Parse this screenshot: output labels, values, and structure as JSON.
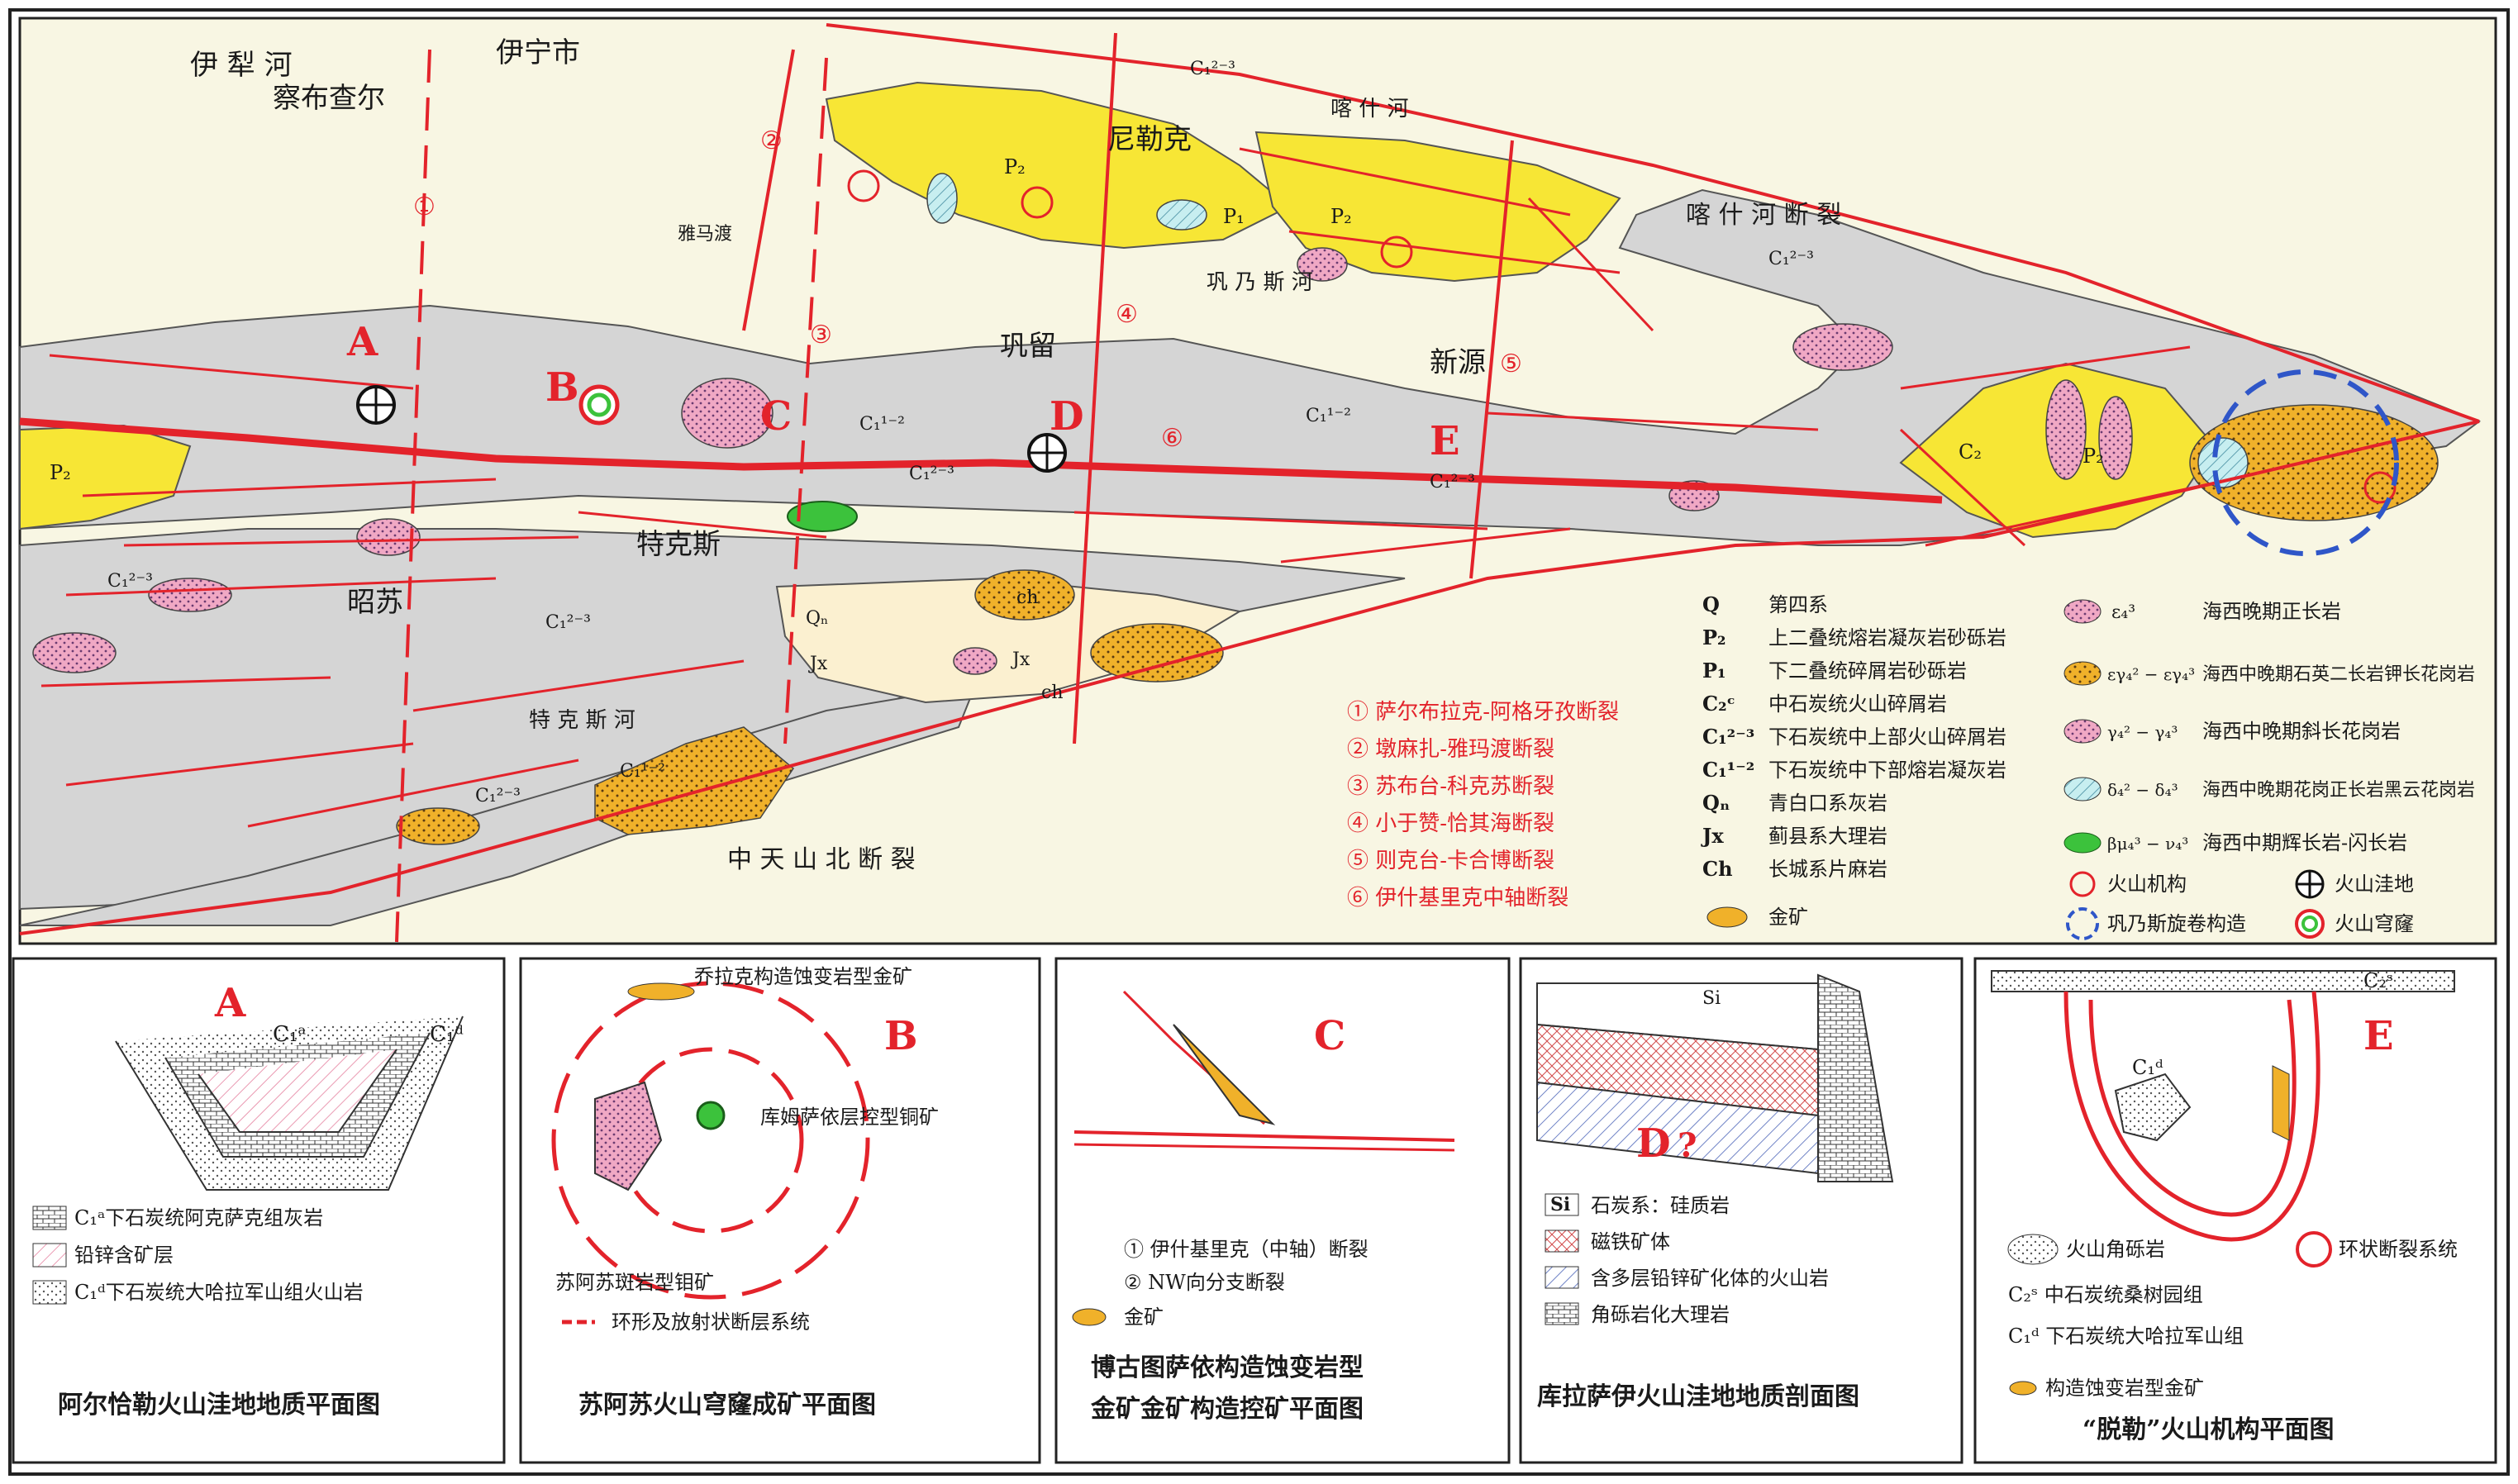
{
  "map": {
    "cities": [
      "伊宁市",
      "察布查尔",
      "尼勒克",
      "巩留",
      "新源",
      "特克斯",
      "昭苏",
      "雅马渡"
    ],
    "rivers": {
      "yili": "伊 犁 河",
      "kashi": "喀 什 河",
      "gongnaisi": "巩 乃 斯 河",
      "tekesi": "特 克 斯 河"
    },
    "faults_big": {
      "kashi_fault": "喀 什 河 断 裂",
      "north_tianshan": "中 天 山 北 断 裂"
    },
    "point_letters": [
      "A",
      "B",
      "C",
      "D",
      "E"
    ],
    "fault_numbers": [
      "①",
      "②",
      "③",
      "④",
      "⑤",
      "⑥"
    ],
    "unit_labels": {
      "P2": "P₂",
      "P1": "P₁",
      "C2": "C₂",
      "C1_23": "C₁²⁻³",
      "C1_12": "C₁¹⁻²",
      "Qn": "Qₙ",
      "Jx": "Jx",
      "ch": "ch"
    }
  },
  "legend_faults": [
    "① 萨尔布拉克-阿格牙孜断裂",
    "② 墩麻扎-雅玛渡断裂",
    "③ 苏布台-科克苏断裂",
    "④ 小于赞-恰其海断裂",
    "⑤ 则克台-卡合博断裂",
    "⑥ 伊什基里克中轴断裂"
  ],
  "legend_strata": [
    {
      "sym": "Q",
      "text": "第四系"
    },
    {
      "sym": "P₂",
      "text": "上二叠统熔岩凝灰岩砂砾岩"
    },
    {
      "sym": "P₁",
      "text": "下二叠统碎屑岩砂砾岩"
    },
    {
      "sym": "C₂ᶜ",
      "text": "中石炭统火山碎屑岩"
    },
    {
      "sym": "C₁²⁻³",
      "text": "下石炭统中上部火山碎屑岩"
    },
    {
      "sym": "C₁¹⁻²",
      "text": "下石炭统中下部熔岩凝灰岩"
    },
    {
      "sym": "Qₙ",
      "text": "青白口系灰岩"
    },
    {
      "sym": "Jx",
      "text": "蓟县系大理岩"
    },
    {
      "sym": "Ch",
      "text": "长城系片麻岩"
    }
  ],
  "legend_gold": "金矿",
  "legend_rocks": [
    {
      "sym": "ε₄³",
      "text": "海西晚期正长岩"
    },
    {
      "sym": "εγ₄² − εγ₄³",
      "text": "海西中晚期石英二长岩钾长花岗岩"
    },
    {
      "sym": "γ₄² − γ₄³",
      "text": "海西中晚期斜长花岗岩"
    },
    {
      "sym": "δ₄² − δ₄³",
      "text": "海西中晚期花岗正长岩黑云花岗岩"
    },
    {
      "sym": "βμ₄³ − ν₄³",
      "text": "海西中期辉长岩-闪长岩"
    }
  ],
  "legend_symbols": {
    "volcanic_center": "火山机构",
    "caldera": "火山洼地",
    "swirl": "巩乃斯旋卷构造",
    "dome": "火山穹窿"
  },
  "insets": {
    "A": {
      "letter": "A",
      "labels": [
        "C₁ᵃ",
        "C₁ᵈ"
      ],
      "legend": [
        "C₁ᵃ下石炭统阿克萨克组灰岩",
        "铅锌含矿层",
        "C₁ᵈ下石炭统大哈拉军山组火山岩"
      ],
      "caption": "阿尔恰勒火山洼地地质平面图"
    },
    "B": {
      "letter": "B",
      "ore_top": "乔拉克构造蚀变岩型金矿",
      "ore_cu": "库姆萨依层控型铜矿",
      "ore_mo": "苏阿苏斑岩型钼矿",
      "legend": "环形及放射状断层系统",
      "caption": "苏阿苏火山穹窿成矿平面图"
    },
    "C": {
      "letter": "C",
      "legend": [
        "① 伊什基里克（中轴）断裂",
        "② NW向分支断裂",
        "金矿"
      ],
      "caption": [
        "博古图萨依构造蚀变岩型",
        "金矿金矿构造控矿平面图"
      ]
    },
    "D": {
      "letter": "D",
      "q": "?",
      "si": "Si",
      "legend": [
        "石炭系：硅质岩",
        "磁铁矿体",
        "含多层铅锌矿化体的火山岩",
        "角砾岩化大理岩"
      ],
      "caption": "库拉萨伊火山洼地地质剖面图"
    },
    "E": {
      "letter": "E",
      "labels": [
        "C₂ˢ",
        "C₁ᵈ"
      ],
      "legend": [
        "火山角砾岩",
        "环状断裂系统",
        "C₂ˢ 中石炭统桑树园组",
        "C₁ᵈ 下石炭统大哈拉军山组",
        "构造蚀变岩型金矿"
      ],
      "caption": "“脱勒”火山机构平面图"
    }
  }
}
